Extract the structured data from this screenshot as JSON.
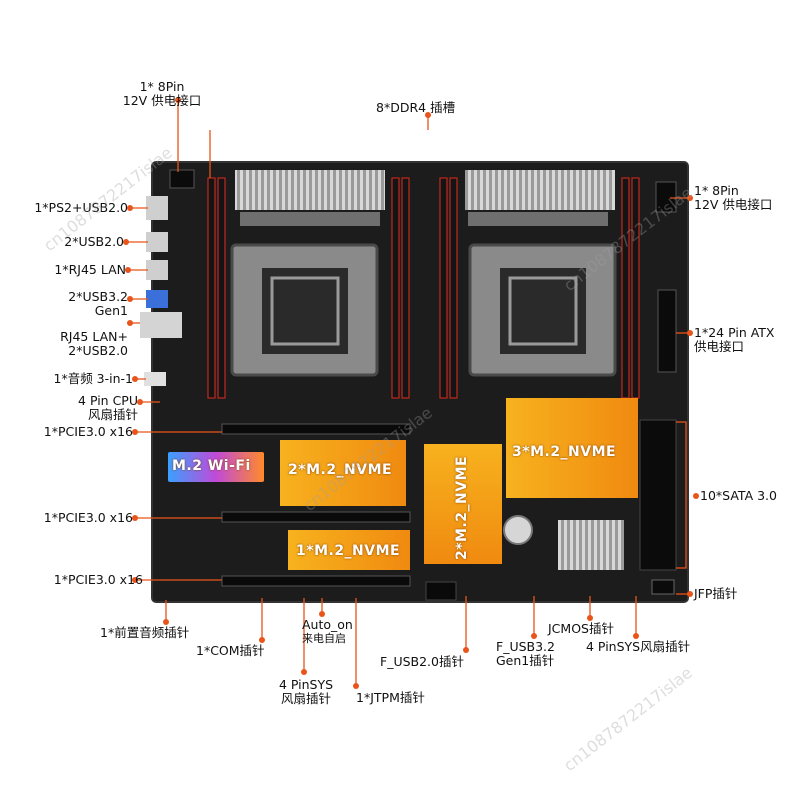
{
  "labels": {
    "cpu_power_left": {
      "line1": "1* 8Pin",
      "line2": "12V 供电接口"
    },
    "ddr4": "8*DDR4 插槽",
    "cpu_power_right": {
      "line1": "1* 8Pin",
      "line2": "12V 供电接口"
    },
    "ps2_usb": "1*PS2+USB2.0",
    "usb2": "2*USB2.0",
    "rj45": "1*RJ45 LAN",
    "usb32": {
      "line1": "2*USB3.2",
      "line2": "Gen1"
    },
    "rj45_usb": {
      "line1": "RJ45 LAN+",
      "line2": "2*USB2.0"
    },
    "audio": "1*音频 3-in-1",
    "cpu_fan": {
      "line1": "4 Pin CPU",
      "line2": "风扇插针"
    },
    "atx24": {
      "line1": "1*24 Pin ATX",
      "line2": "供电接口"
    },
    "pcie1": "1*PCIE3.0 x16",
    "pcie2": "1*PCIE3.0 x16",
    "pcie3": "1*PCIE3.0 x16",
    "sata": "10*SATA 3.0",
    "jfp": "JFP插针",
    "front_audio": "1*前置音频插针",
    "com": "1*COM插针",
    "auto_on": {
      "line1": "Auto_on",
      "line2": "来电自启"
    },
    "sys_fan_left": {
      "line1": "4 PinSYS",
      "line2": "风扇插针"
    },
    "f_usb2": "F_USB2.0插针",
    "jtpm": "1*JTPM插针",
    "f_usb32": {
      "line1": "F_USB3.2",
      "line2": "Gen1插针"
    },
    "jcmos": "JCMOS插针",
    "sys_fan_right": "4 PinSYS风扇插针"
  },
  "board_tags": {
    "wifi": "M.2 Wi-Fi",
    "nvme2": "2*M.2_NVME",
    "nvme1": "1*M.2_NVME",
    "nvme_vertical": "2*M.2_NVME",
    "nvme3": "3*M.2_NVME"
  },
  "watermark": "cn1087872217islae",
  "colors": {
    "leader": "#e8541a",
    "board": "#1c1c1c",
    "slot_red": "#c0281e",
    "nvme_orange": "#f4a21a"
  }
}
